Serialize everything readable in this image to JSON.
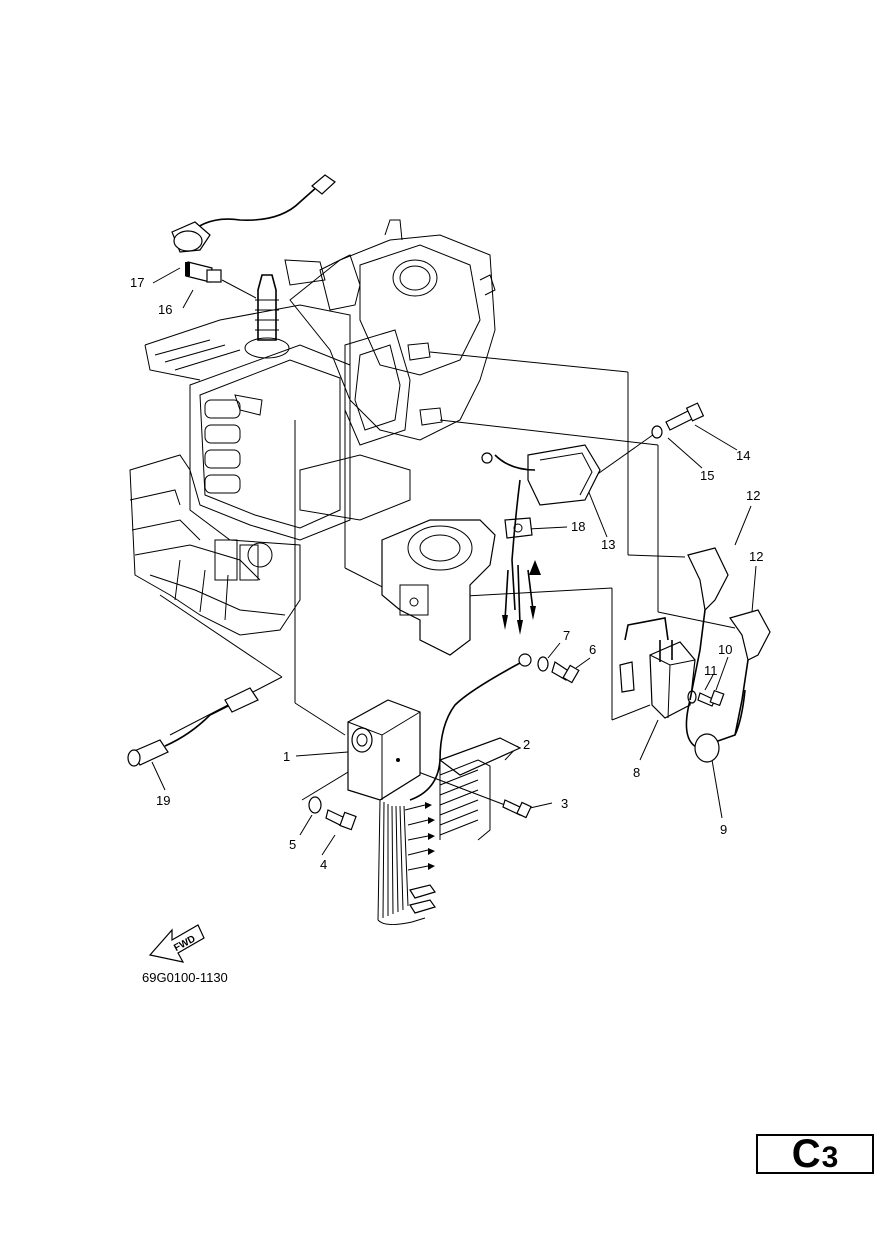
{
  "figure": {
    "part_code": "69G0100-1130",
    "direction_marker": "FWD",
    "section_letter": "C",
    "section_number": "3"
  },
  "callouts": [
    {
      "id": "c1",
      "text": "1"
    },
    {
      "id": "c2",
      "text": "2"
    },
    {
      "id": "c3",
      "text": "3"
    },
    {
      "id": "c4",
      "text": "4"
    },
    {
      "id": "c5",
      "text": "5"
    },
    {
      "id": "c6",
      "text": "6"
    },
    {
      "id": "c7",
      "text": "7"
    },
    {
      "id": "c8",
      "text": "8"
    },
    {
      "id": "c9",
      "text": "9"
    },
    {
      "id": "c10",
      "text": "10"
    },
    {
      "id": "c11",
      "text": "11"
    },
    {
      "id": "c12a",
      "text": "12"
    },
    {
      "id": "c12b",
      "text": "12"
    },
    {
      "id": "c13",
      "text": "13"
    },
    {
      "id": "c14",
      "text": "14"
    },
    {
      "id": "c15",
      "text": "15"
    },
    {
      "id": "c16",
      "text": "16"
    },
    {
      "id": "c17",
      "text": "17"
    },
    {
      "id": "c18",
      "text": "18"
    },
    {
      "id": "c19",
      "text": "19"
    }
  ]
}
